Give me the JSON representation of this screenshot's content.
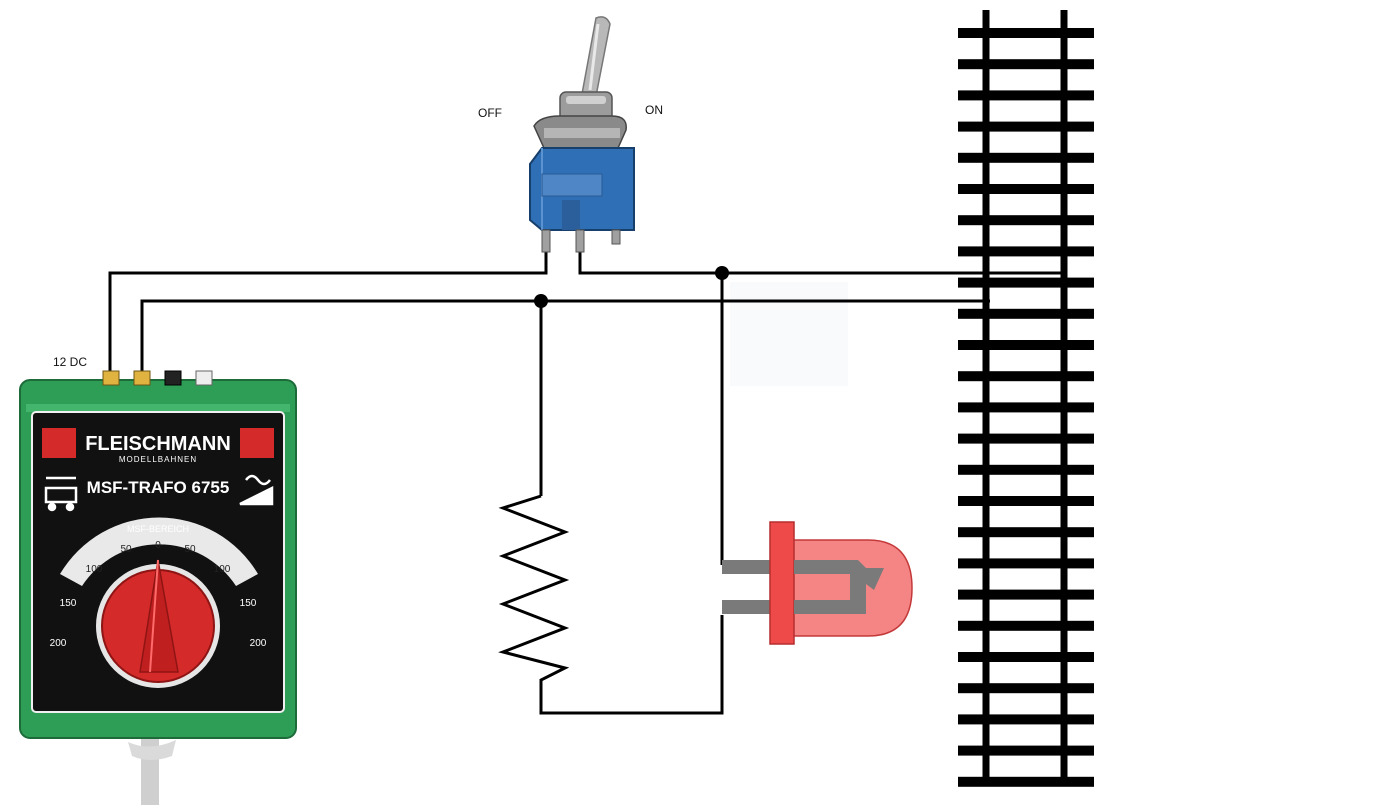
{
  "labels": {
    "switch_off": "OFF",
    "switch_on": "ON",
    "power_input": "12 DC"
  },
  "transformer": {
    "brand": "FLEISCHMANN",
    "brand_sub": "MODELLBAHNEN",
    "model": "MSF-TRAFO 6755",
    "scale_title": "MSF-BEREICH",
    "scale_ticks": [
      "200",
      "150",
      "100",
      "50",
      "0",
      "50",
      "100",
      "150",
      "200"
    ],
    "body_color": "#2e9e57",
    "knob_color": "#d42a2a",
    "panel_color": "#111111"
  },
  "switch": {
    "body_color": "#2f6fb5",
    "lever_color": "#b8b8b8"
  },
  "led": {
    "color": "#ef4a4a",
    "lens_color": "#f58585"
  },
  "colors": {
    "wire": "#000000",
    "track": "#000000"
  }
}
